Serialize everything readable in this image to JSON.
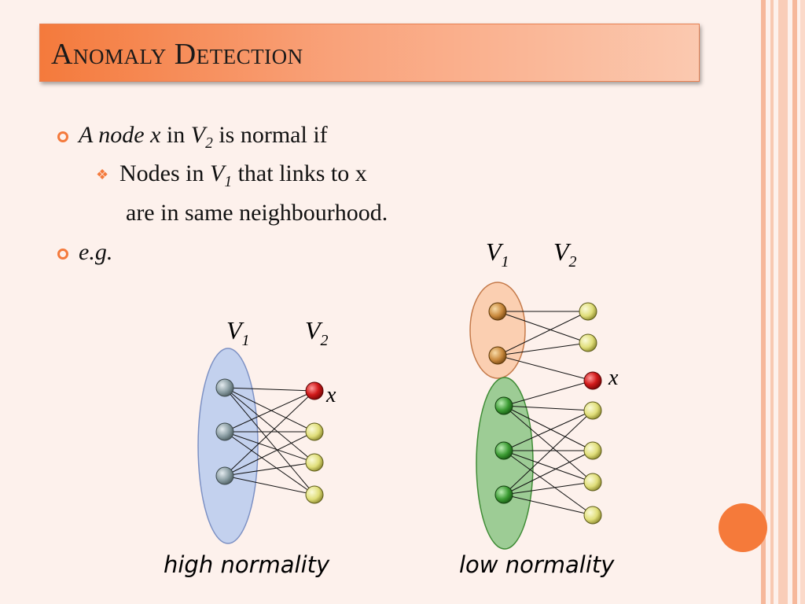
{
  "slide": {
    "title": "Anomaly Detection",
    "bullets": [
      {
        "parts": [
          {
            "t": "A node x",
            "italic": true
          },
          {
            "t": " in ",
            "italic": false
          },
          {
            "t": "V",
            "italic": true
          },
          {
            "t": "2",
            "italic": true,
            "sub": true
          },
          {
            "t": " is normal if",
            "italic": false
          }
        ]
      },
      {
        "parts": [
          {
            "t": "Nodes in ",
            "italic": false
          },
          {
            "t": "V",
            "italic": true
          },
          {
            "t": "1",
            "italic": true,
            "sub": true
          },
          {
            "t": " that links to x",
            "italic": false
          }
        ]
      },
      {
        "parts": [
          {
            "t": "are in same neighbourhood.",
            "italic": false
          }
        ]
      },
      {
        "parts": [
          {
            "t": "e.g.",
            "italic": true
          }
        ]
      }
    ]
  },
  "diagrams": {
    "left": {
      "v1_label": "V",
      "v1_sub": "1",
      "v2_label": "V",
      "v2_sub": "2",
      "x_label": "x",
      "caption": "high normality"
    },
    "right": {
      "v1_label": "V",
      "v1_sub": "1",
      "v2_label": "V",
      "v2_sub": "2",
      "x_label": "x",
      "caption": "low normality"
    }
  },
  "colors": {
    "accent": "#f47a3c",
    "v1_left_group": "#c3d1ee",
    "v1_right_top_group": "#fbcfb1",
    "v1_right_bottom_group": "#9dcc95",
    "anomaly_node": "#d11a1a",
    "v2_node": "#e8e68a"
  }
}
